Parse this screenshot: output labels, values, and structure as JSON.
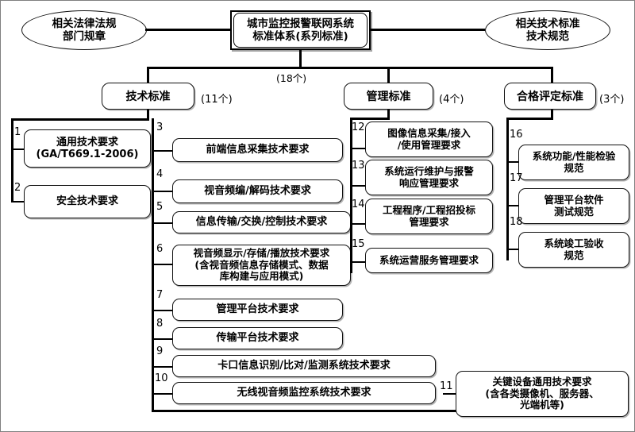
{
  "diagram": {
    "title": "城市监控报警联网系统标准体系(系列标准)",
    "root": {
      "label": "城市监控报警联网系统\n标准体系(系列标准)",
      "count_label": "(18个)"
    },
    "side_nodes": [
      {
        "name": "related-laws",
        "label": "相关法律法规\n部门规章"
      },
      {
        "name": "related-tech-standards",
        "label": "相关技术标准\n技术规范"
      }
    ],
    "categories": [
      {
        "name": "technical-standards",
        "label": "技术标准",
        "count_label": "(11个)"
      },
      {
        "name": "management-standards",
        "label": "管理标准",
        "count_label": "(4个)"
      },
      {
        "name": "conformity-standards",
        "label": "合格评定标准",
        "count_label": "(3个)"
      }
    ],
    "items": {
      "technical_left": [
        {
          "index": "1",
          "label": "通用技术要求\n(GA/T669.1-2006)"
        },
        {
          "index": "2",
          "label": "安全技术要求"
        }
      ],
      "technical_main": [
        {
          "index": "3",
          "label": "前端信息采集技术要求"
        },
        {
          "index": "4",
          "label": "视音频编/解码技术要求"
        },
        {
          "index": "5",
          "label": "信息传输/交换/控制技术要求"
        },
        {
          "index": "6",
          "label": "视音频显示/存储/播放技术要求\n(含视音频信息存储模式、数据\n库构建与应用模式)"
        },
        {
          "index": "7",
          "label": "管理平台技术要求"
        },
        {
          "index": "8",
          "label": "传输平台技术要求"
        },
        {
          "index": "9",
          "label": "卡口信息识别/比对/监测系统技术要求"
        },
        {
          "index": "10",
          "label": "无线视音频监控系统技术要求"
        },
        {
          "index": "11",
          "label": "关键设备通用技术要求\n(含各类摄像机、服务器、\n光端机等)"
        }
      ],
      "management": [
        {
          "index": "12",
          "label": "图像信息采集/接入\n/使用管理要求"
        },
        {
          "index": "13",
          "label": "系统运行维护与报警\n响应管理要求"
        },
        {
          "index": "14",
          "label": "工程程序/工程招投标\n管理要求"
        },
        {
          "index": "15",
          "label": "系统运营服务管理要求"
        }
      ],
      "conformity": [
        {
          "index": "16",
          "label": "系统功能/性能检验\n规范"
        },
        {
          "index": "17",
          "label": "管理平台软件\n测试规范"
        },
        {
          "index": "18",
          "label": "系统竣工验收\n规范"
        }
      ]
    },
    "colors": {
      "line": "#000000",
      "box_border": "#111111",
      "background": "#ffffff"
    }
  }
}
